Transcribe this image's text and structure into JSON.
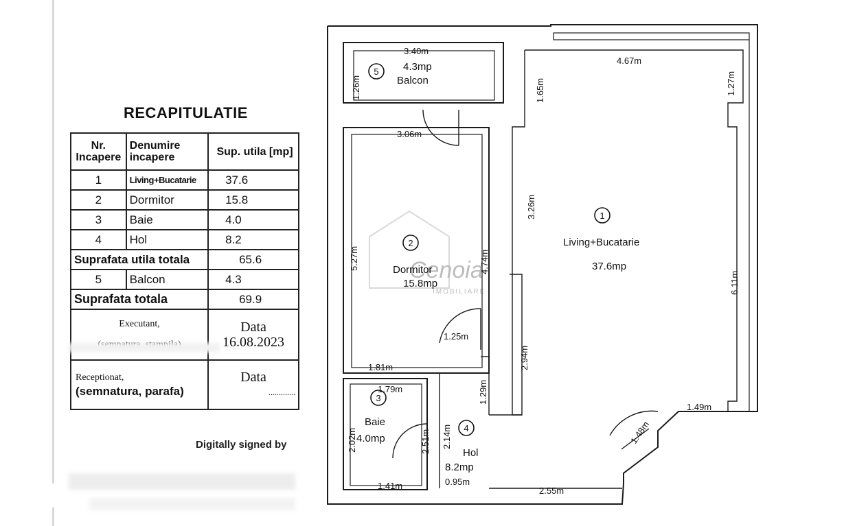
{
  "recap": {
    "title": "RECAPITULATIE",
    "headers": {
      "nr": "Nr. Incapere",
      "name": "Denumire incapere",
      "area": "Sup. utila [mp]"
    },
    "rows": [
      {
        "nr": "1",
        "name": "Living+Bucatarie",
        "area": "37.6"
      },
      {
        "nr": "2",
        "name": "Dormitor",
        "area": "15.8"
      },
      {
        "nr": "3",
        "name": "Baie",
        "area": "4.0"
      },
      {
        "nr": "4",
        "name": "Hol",
        "area": "8.2"
      }
    ],
    "useful_total_label": "Suprafata utila totala",
    "useful_total_value": "65.6",
    "balcony": {
      "nr": "5",
      "name": "Balcon",
      "area": "4.3"
    },
    "total_label": "Suprafata totala",
    "total_value": "69.9",
    "executant_label": "Executant,",
    "executant_sub": "(semnatura, stampila)",
    "date_label": "Data",
    "date_value": "16.08.2023",
    "receptionat_label": "Receptionat,",
    "receptionat_sub": "(semnatura, parafa)",
    "date_label_2": "Data",
    "dotted": "............."
  },
  "signature": {
    "digital": "Digitally signed by"
  },
  "plan": {
    "rooms": {
      "living": {
        "num": "1",
        "name": "Living+Bucatarie",
        "area": "37.6mp"
      },
      "dormitor": {
        "num": "2",
        "name": "Dormitor",
        "area": "15.8mp"
      },
      "baie": {
        "num": "3",
        "name": "Baie",
        "area": "4.0mp"
      },
      "hol": {
        "num": "4",
        "name": "Hol",
        "area": "8.2mp"
      },
      "balcon": {
        "num": "5",
        "name": "Balcon",
        "area": "4.3mp"
      }
    },
    "dims": {
      "balcon_w": "3.40m",
      "balcon_h": "1.26m",
      "dorm_w": "3.06m",
      "dorm_h": "5.27m",
      "dorm_h2": "4.74m",
      "dorm_b1": "1.81m",
      "hol_w": "1.25m",
      "hol_h": "1.29m",
      "hol_h2": "2.14m",
      "hol_b": "0.95m",
      "baie_w": "1.79m",
      "baie_h": "2.02m",
      "baie_h2": "2.51m",
      "baie_b": "1.41m",
      "liv_top": "4.67m",
      "liv_l1": "1.65m",
      "liv_l2": "3.26m",
      "liv_l3": "2.94m",
      "liv_r1": "1.27m",
      "liv_r2": "6.11m",
      "liv_b": "2.55m",
      "liv_br": "1.49m",
      "liv_diag": "1.48m"
    },
    "watermark": {
      "brand": "Cenoia",
      "sub": "IMOBILIARE"
    }
  }
}
